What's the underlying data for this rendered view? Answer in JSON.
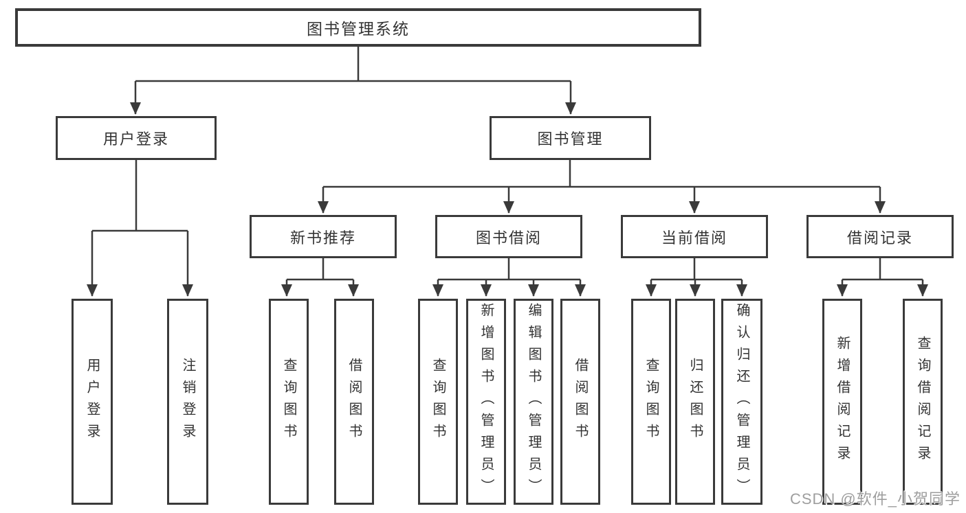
{
  "colors": {
    "line": "#3a3a3a",
    "border": "#3a3a3a",
    "text": "#333333",
    "background": "#ffffff",
    "watermark": "#9e9e9e"
  },
  "tree": {
    "root": "图书管理系统",
    "branches": [
      {
        "label": "用户登录",
        "children": [
          "用户登录",
          "注销登录"
        ]
      },
      {
        "label": "图书管理",
        "groups": [
          {
            "label": "新书推荐",
            "children": [
              "查询图书",
              "借阅图书"
            ]
          },
          {
            "label": "图书借阅",
            "children": [
              "查询图书",
              "新增图书（管理员）",
              "编辑图书（管理员）",
              "借阅图书"
            ]
          },
          {
            "label": "当前借阅",
            "children": [
              "查询图书",
              "归还图书",
              "确认归还（管理员）"
            ]
          },
          {
            "label": "借阅记录",
            "children": [
              "新增借阅记录",
              "查询借阅记录"
            ]
          }
        ]
      }
    ]
  },
  "watermark": {
    "text": "CSDN @软件_小贺同学"
  }
}
